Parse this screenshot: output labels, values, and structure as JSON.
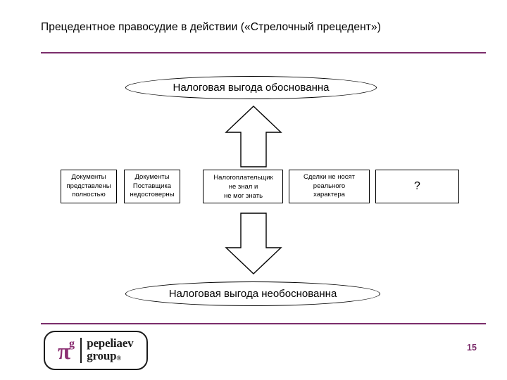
{
  "slide": {
    "title": "Прецедентное правосудие в действии («Стрелочный прецедент»)",
    "page_number": "15",
    "accent_color": "#7B2D6B",
    "outline_color": "#000000",
    "background_color": "#FFFFFF"
  },
  "diagram": {
    "top_oval": {
      "label": "Налоговая выгода обоснованна"
    },
    "bottom_oval": {
      "label": "Налоговая выгода необоснованна"
    },
    "arrows": [
      {
        "name": "arrow-up",
        "direction": "up"
      },
      {
        "name": "arrow-down",
        "direction": "down"
      }
    ],
    "boxes": [
      {
        "label": "Документы\nпредставлены\nполностью"
      },
      {
        "label": "Документы\nПоставщика\nнедостоверны"
      },
      {
        "label": "Налогоплательщик\nне знал и\nне мог знать"
      },
      {
        "label": "Сделки не носят\nреального\nхарактера"
      },
      {
        "label": "?"
      }
    ]
  },
  "footer": {
    "logo": {
      "pi_symbol": "π",
      "superscript": "g",
      "name_line1": "pepeliaev",
      "name_line2": "group",
      "registered_mark": "®",
      "brand_color": "#8B2E72"
    }
  }
}
